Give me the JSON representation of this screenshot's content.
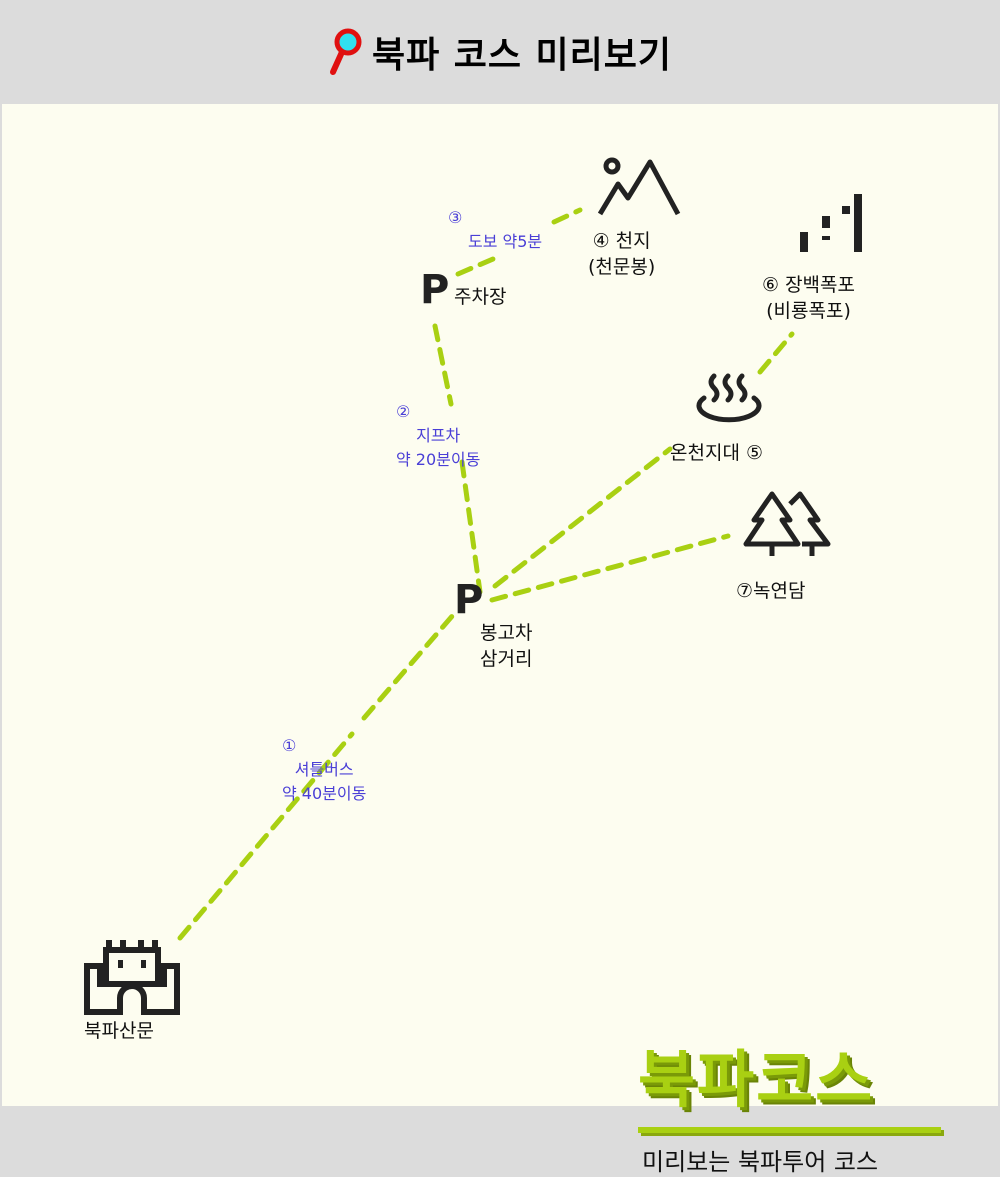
{
  "header": {
    "title": "북파 코스 미리보기",
    "icon": "magnifier-icon"
  },
  "colors": {
    "route": "#a9d012",
    "route_text": "#4a3fd6"
  },
  "places": {
    "gate": "북파산문",
    "parking1": "주차장",
    "junction": [
      "봉고차",
      "삼거리"
    ],
    "cheonji": [
      "④ 천지",
      "(천문봉)"
    ],
    "waterfall": [
      "⑥ 장백폭포",
      "(비룡폭포)"
    ],
    "hotspring": "온천지대 ⑤",
    "lake": "⑦녹연담",
    "parking_symbol": "P"
  },
  "routes": {
    "r1": [
      "①",
      "셔틀버스",
      "약 40분이동"
    ],
    "r2": [
      "②",
      "지프차",
      "약 20분이동"
    ],
    "r3": [
      "③",
      "도보 약5분"
    ]
  },
  "brand": {
    "title": "북파코스",
    "subtitle": "미리보는 북파투어 코스"
  }
}
